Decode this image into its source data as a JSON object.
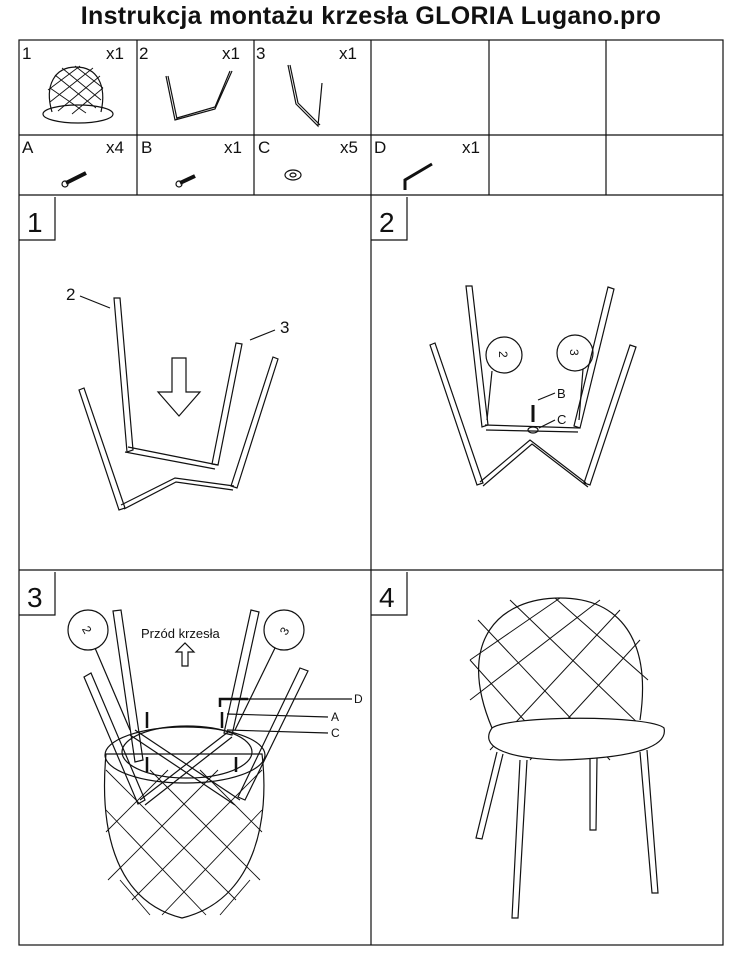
{
  "title": "Instrukcja montażu krzesła GLORIA Lugano.pro",
  "parts": [
    {
      "id": "1",
      "qty": "x1",
      "icon": "seat-shell-icon"
    },
    {
      "id": "2",
      "qty": "x1",
      "icon": "leg-frame-icon"
    },
    {
      "id": "3",
      "qty": "x1",
      "icon": "leg-frame-icon"
    }
  ],
  "hardware": [
    {
      "id": "A",
      "qty": "x4",
      "icon": "bolt-icon"
    },
    {
      "id": "B",
      "qty": "x1",
      "icon": "bolt-icon"
    },
    {
      "id": "C",
      "qty": "x5",
      "icon": "washer-icon"
    },
    {
      "id": "D",
      "qty": "x1",
      "icon": "allen-key-icon"
    }
  ],
  "steps": [
    {
      "number": "1",
      "labels": [
        "2",
        "3"
      ]
    },
    {
      "number": "2",
      "labels": [
        "B",
        "C"
      ],
      "callouts": [
        "2",
        "3"
      ]
    },
    {
      "number": "3",
      "front_label": "Przód krzesła",
      "labels": [
        "D",
        "A",
        "C"
      ],
      "callouts": [
        "2",
        "3"
      ]
    },
    {
      "number": "4"
    }
  ]
}
